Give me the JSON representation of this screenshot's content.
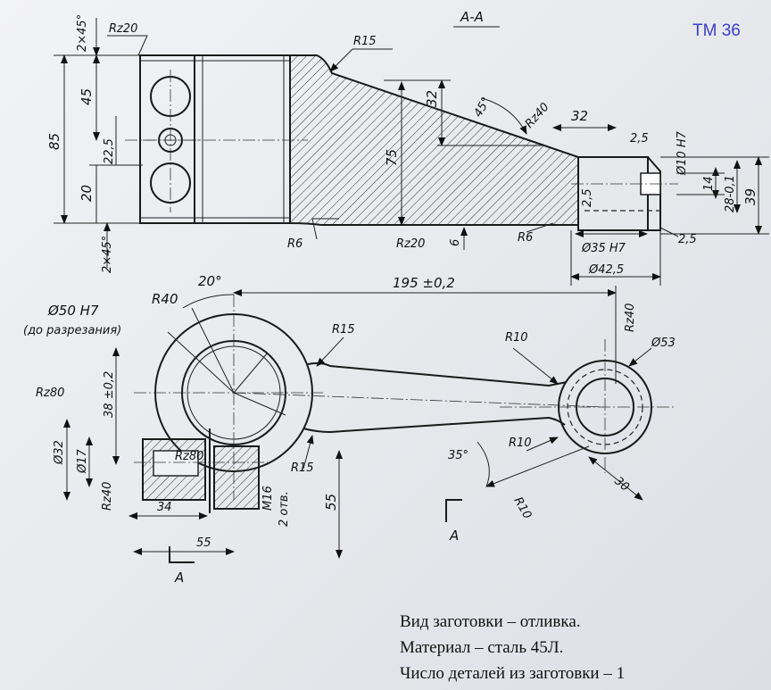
{
  "sheet_code": "ТМ 36",
  "section_title": "А-А",
  "section_cut_label": "А",
  "dimensions": {
    "top_view": [
      "2×45°",
      "Rz20",
      "R15",
      "85",
      "45",
      "22,5",
      "20",
      "2×45°",
      "75",
      "32",
      "45°",
      "Rz40",
      "32",
      "2,5",
      "Ø10 H7",
      "14",
      "28-0,1",
      "39",
      "2,5",
      "R6",
      "Rz20",
      "6",
      "R6",
      "Ø35 H7",
      "Ø42,5",
      "2,5"
    ],
    "front_view": [
      "20°",
      "195 ±0,2",
      "Rz40",
      "Ø50 H7",
      "(до разрезания)",
      "R40",
      "R15",
      "R10",
      "Ø53",
      "Rz80",
      "38 ±0,2",
      "Ø32",
      "Ø17",
      "Rz80",
      "Rz40",
      "34",
      "55",
      "M16",
      "2 отв.",
      "R15",
      "55",
      "35°",
      "R10",
      "R10",
      "30"
    ]
  },
  "notes": [
    "Вид заготовки – отливка.",
    "Материал – сталь 45Л.",
    "Число деталей из заготовки – 1"
  ]
}
